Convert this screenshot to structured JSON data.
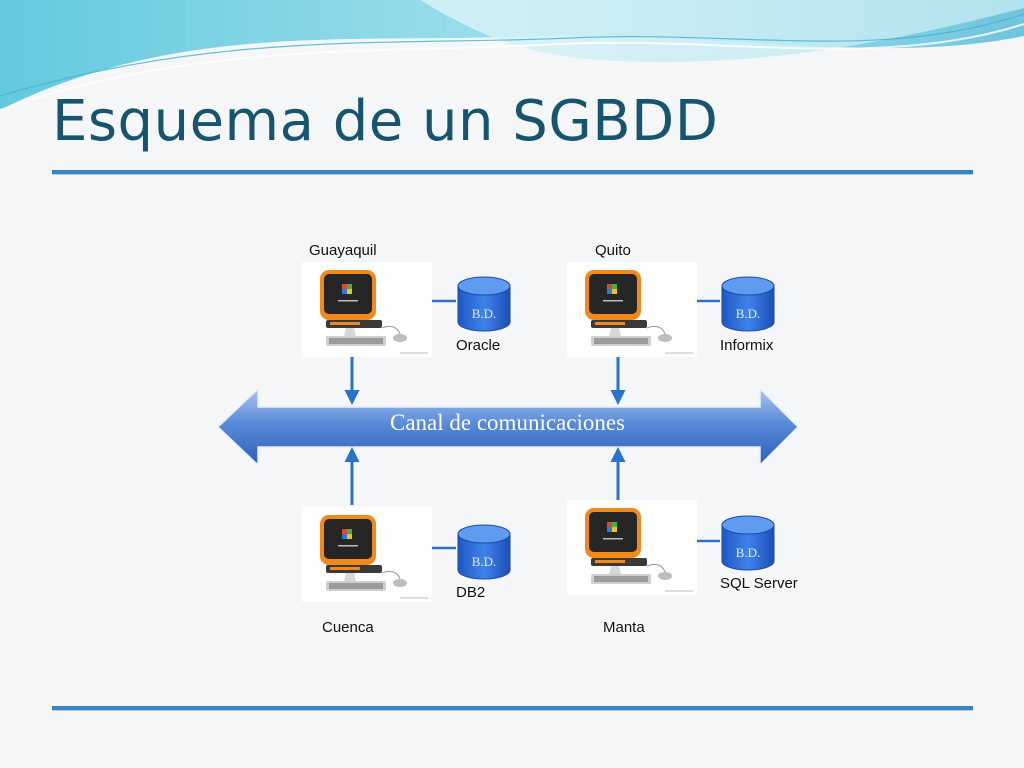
{
  "slide": {
    "title": "Esquema de un SGBDD",
    "bus_label": "Canal de comunicaciones",
    "db_label": "B.D.",
    "colors": {
      "title": "#17546e",
      "accent": "#3a84c2",
      "bus_fill": "#4a7fd0",
      "db_fill": "#2f6cd6",
      "computer_case": "#f08a1c"
    }
  },
  "nodes": [
    {
      "id": "guayaquil",
      "city": "Guayaquil",
      "database": "Oracle"
    },
    {
      "id": "quito",
      "city": "Quito",
      "database": "Informix"
    },
    {
      "id": "cuenca",
      "city": "Cuenca",
      "database": "DB2"
    },
    {
      "id": "manta",
      "city": "Manta",
      "database": "SQL Server"
    }
  ]
}
